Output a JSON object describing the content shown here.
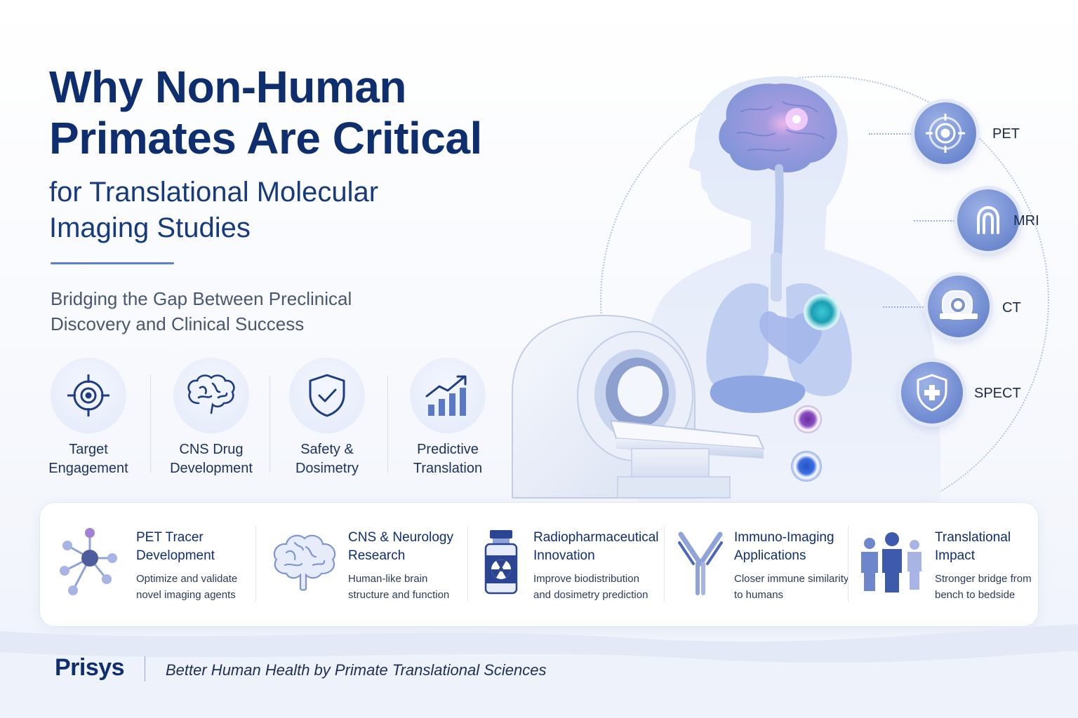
{
  "header": {
    "title_line1": "Why Non-Human",
    "title_line2": "Primates Are Critical",
    "subtitle_line1": "for Translational Molecular",
    "subtitle_line2": "Imaging Studies",
    "tagline_line1": "Bridging the Gap Between Preclinical",
    "tagline_line2": "Discovery and Clinical Success"
  },
  "benefits": [
    {
      "line1": "Target",
      "line2": "Engagement",
      "icon": "target-icon"
    },
    {
      "line1": "CNS Drug",
      "line2": "Development",
      "icon": "brain-icon"
    },
    {
      "line1": "Safety &",
      "line2": "Dosimetry",
      "icon": "shield-check-icon"
    },
    {
      "line1": "Predictive",
      "line2": "Translation",
      "icon": "trend-chart-icon"
    }
  ],
  "modalities": [
    {
      "label": "PET",
      "icon": "pet-scan-icon"
    },
    {
      "label": "MRI",
      "icon": "magnet-icon"
    },
    {
      "label": "CT",
      "icon": "ct-scanner-icon"
    },
    {
      "label": "SPECT",
      "icon": "shield-plus-icon"
    }
  ],
  "applications": [
    {
      "title1": "PET Tracer",
      "title2": "Development",
      "desc1": "Optimize and validate",
      "desc2": "novel imaging agents",
      "icon": "molecule-icon"
    },
    {
      "title1": "CNS & Neurology",
      "title2": "Research",
      "desc1": "Human-like brain",
      "desc2": "structure and function",
      "icon": "brain-icon"
    },
    {
      "title1": "Radiopharmaceutical",
      "title2": "Innovation",
      "desc1": "Improve biodistribution",
      "desc2": "and dosimetry prediction",
      "icon": "radioactive-vial-icon"
    },
    {
      "title1": "Immuno-Imaging",
      "title2": "Applications",
      "desc1": "Closer immune similarity",
      "desc2": "to humans",
      "icon": "antibody-icon"
    },
    {
      "title1": "Translational",
      "title2": "Impact",
      "desc1": "Stronger bridge from",
      "desc2": "bench to bedside",
      "icon": "people-icon"
    }
  ],
  "footer": {
    "brand": "Prisys",
    "motto": "Better Human Health by Primate Translational Sciences"
  },
  "colors": {
    "navy": "#0f2e6e",
    "accent_blue": "#5a78c6",
    "light_blue": "#e2e9f9",
    "teal_marker": "#17a6b8",
    "purple_marker": "#7b3fa8",
    "blue_marker": "#2f63d6"
  }
}
